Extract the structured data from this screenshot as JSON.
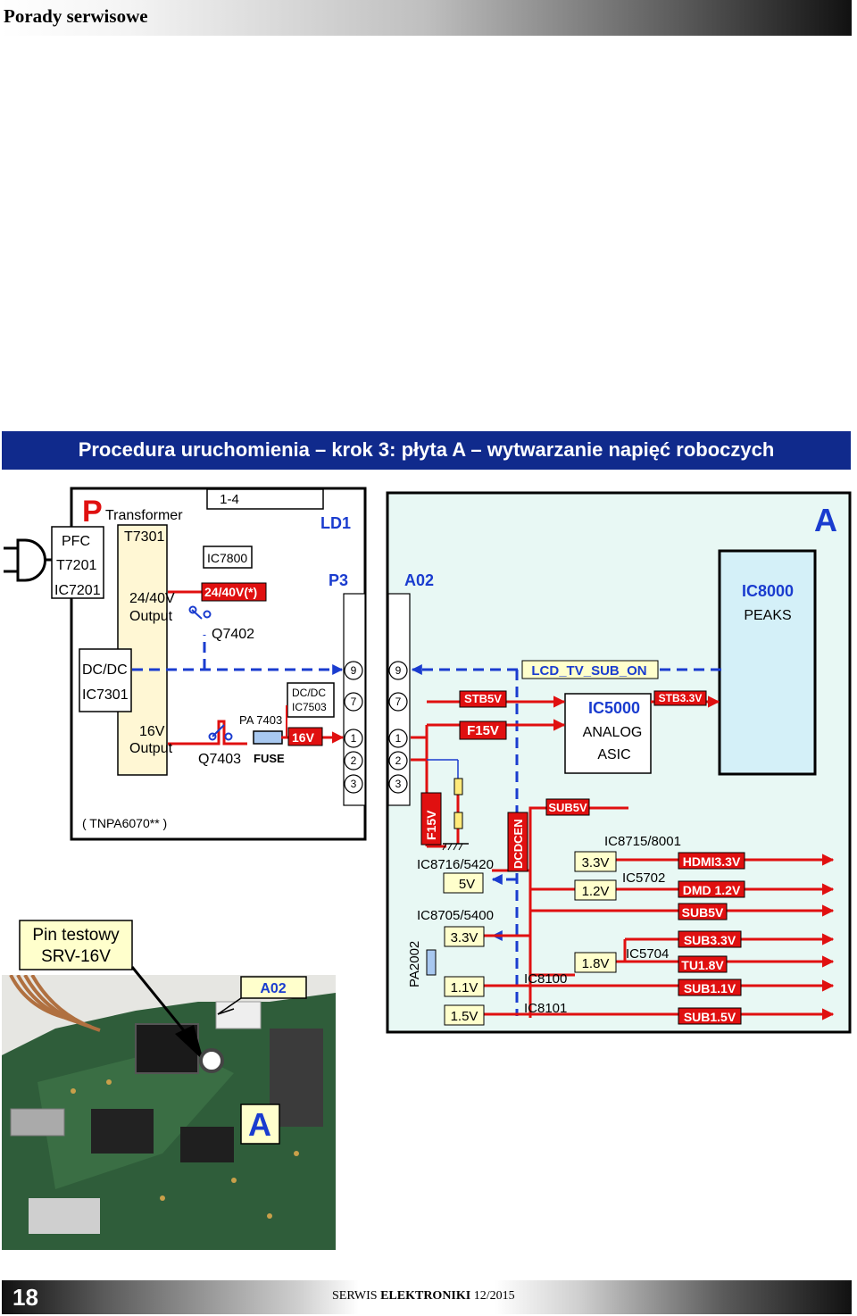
{
  "header": {
    "title": "Porady serwisowe"
  },
  "banner": {
    "title": "Procedura uruchomienia – krok 3:   płyta A – wytwarzanie napięć roboczych"
  },
  "diagram": {
    "p_board": {
      "letter": "P",
      "transformer": "Transformer",
      "t7301": "T7301",
      "pfc": "PFC",
      "t7201": "T7201",
      "ic7201": "IC7201",
      "out_24_40": "24/40V",
      "output": "Output",
      "connector_1_4": "1-4",
      "ic7800": "IC7800",
      "v24_40_star": "24/40V(*)",
      "q7402": "Q7402",
      "dcdc": "DC/DC",
      "ic7301": "IC7301",
      "out_16v": "16V",
      "output2": "Output",
      "q7403": "Q7403",
      "pa7403": "PA 7403",
      "fuse": "FUSE",
      "dcdc_ic": "DC/DC",
      "ic7503": "IC7503",
      "v16": "16V",
      "tnpa": "( TNPA6070** )"
    },
    "connectors": {
      "ld1": "LD1",
      "p3": "P3",
      "a02": "A02",
      "pins": [
        "9",
        "7",
        "1",
        "2",
        "3"
      ]
    },
    "a_board": {
      "letter": "A",
      "ic8000": "IC8000",
      "peaks": "PEAKS",
      "lcd_tv_sub_on": "LCD_TV_SUB_ON",
      "stb5v": "STB5V",
      "f15v": "F15V",
      "ic5000": "IC5000",
      "analog": "ANALOG",
      "asic": "ASIC",
      "stb33v": "STB3.3V",
      "f15v_vert": "F15V",
      "dcdcen": "DCDCEN",
      "sub5v": "SUB5V",
      "ic8715": "IC8715/8001",
      "v33": "3.3V",
      "v12": "1.2V",
      "ic5702": "IC5702",
      "hdmi33": "HDMI3.3V",
      "dmd12": "DMD 1.2V",
      "ic8716": "IC8716/5420",
      "v5": "5V",
      "ic8705": "IC8705/5400",
      "v33b": "3.3V",
      "sub5v_out": "SUB5V",
      "pa2002": "PA2002",
      "v11": "1.1V",
      "v15": "1.5V",
      "ic8100": "IC8100",
      "ic8101": "IC8101",
      "v18": "1.8V",
      "ic5704": "IC5704",
      "sub33": "SUB3.3V",
      "tu18": "TU1.8V",
      "sub11": "SUB1.1V",
      "sub15": "SUB1.5V"
    }
  },
  "photo": {
    "pin_label_line1": "Pin testowy",
    "pin_label_line2": "SRV-16V",
    "a02_label": "A02",
    "board_letter": "A"
  },
  "footer": {
    "page_number": "18",
    "magazine_a": "SERWIS",
    "magazine_b": "ELEKTRONIKI",
    "issue": "12/2015"
  },
  "colors": {
    "banner": "#102a8c",
    "power_line": "#e01010",
    "signal_line": "#1a3ccf",
    "a_board_fill": "#e8f8f4",
    "ic8000_fill": "#d4f0f8",
    "label_box_fill": "#ffffcc"
  }
}
